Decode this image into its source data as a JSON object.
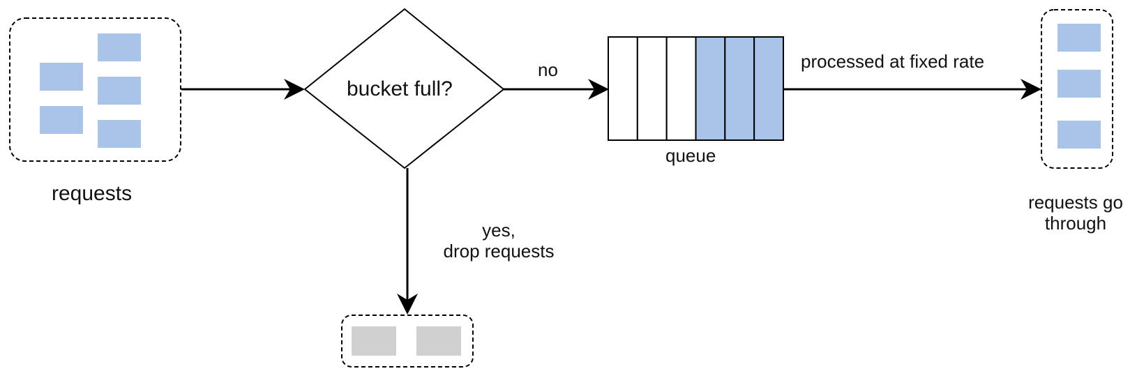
{
  "diagram": {
    "labels": {
      "requests": "requests",
      "decision": "bucket full?",
      "no": "no",
      "yes_line1": "yes,",
      "yes_line2": "drop requests",
      "queue": "queue",
      "processed": "processed at fixed rate",
      "through_line1": "requests go",
      "through_line2": "through"
    },
    "colors": {
      "request_block": "#a9c4e8",
      "dropped_block": "#d0d0d0",
      "queue_filled": "#a9c4e8",
      "queue_empty": "#ffffff",
      "stroke": "#000000"
    },
    "queue": {
      "slots_total": 6,
      "slots_filled": 3
    },
    "counts": {
      "incoming_requests": 5,
      "passed_requests": 3,
      "dropped_requests": 2
    }
  }
}
